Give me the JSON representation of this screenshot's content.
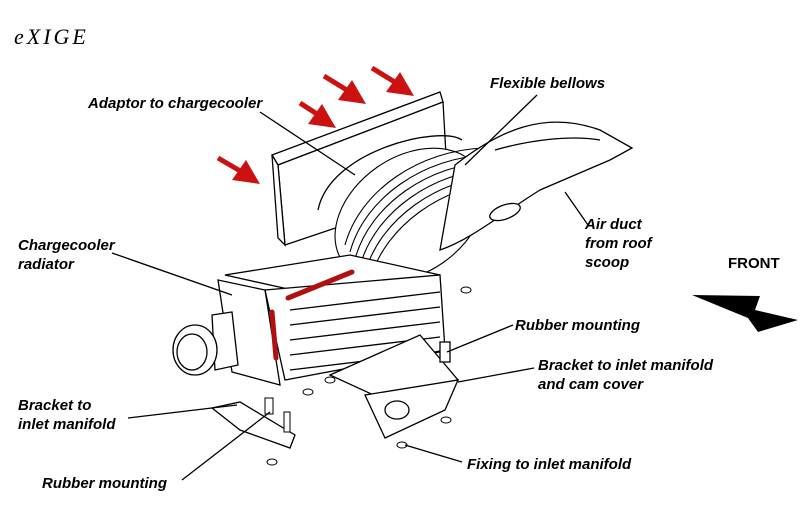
{
  "logo": {
    "text": "eXIGE"
  },
  "labels": {
    "adaptor": "Adaptor to chargecooler",
    "bellows": "Flexible bellows",
    "air_duct": [
      "Air duct",
      "from roof",
      "scoop"
    ],
    "chargecooler": [
      "Chargecooler",
      "radiator"
    ],
    "front": "FRONT",
    "rubber_mounting_right": "Rubber mounting",
    "bracket_inlet_cam": [
      "Bracket to inlet manifold",
      "and cam cover"
    ],
    "bracket_inlet": [
      "Bracket to",
      "inlet manifold"
    ],
    "fixing": "Fixing to inlet manifold",
    "rubber_mounting_left": "Rubber mounting"
  },
  "colors": {
    "arrow": "#cc1111",
    "highlight": "#b01010",
    "line": "#000000",
    "front_arrow": "#000000"
  }
}
